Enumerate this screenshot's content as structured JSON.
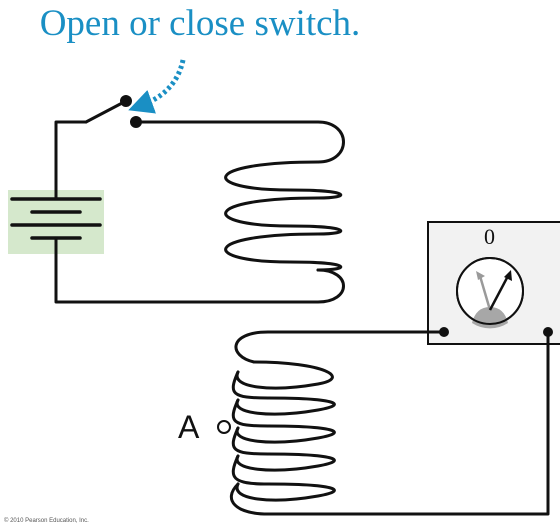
{
  "caption": "Open or close switch.",
  "point_label": "A",
  "meter": {
    "zero_label": "0"
  },
  "copyright": "© 2010 Pearson Education, Inc.",
  "colors": {
    "caption": "#1a8fc4",
    "arrow": "#1a8fc4",
    "battery_bg": "#d5e8cc",
    "meter_face": "#f2f2f2",
    "needle_active": "#111111",
    "needle_rest": "#9a9a9a",
    "meter_dial": "#a7a7a7"
  }
}
